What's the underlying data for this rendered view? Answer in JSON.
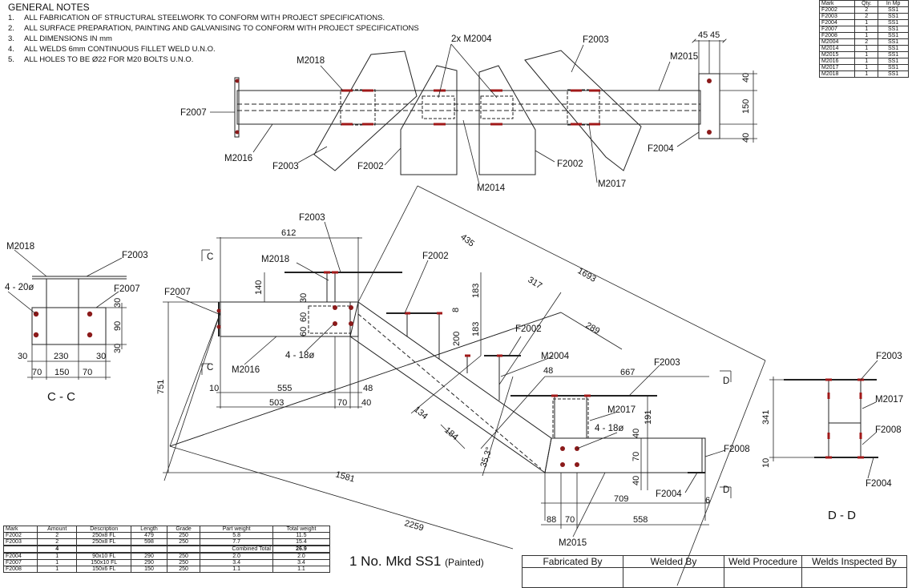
{
  "general_notes": {
    "title": "GENERAL NOTES",
    "items": [
      {
        "n": "1.",
        "text": "ALL FABRICATION OF STRUCTURAL STEELWORK TO CONFORM WITH  PROJECT SPECIFICATIONS."
      },
      {
        "n": "2.",
        "text": "ALL SURFACE PREPARATION, PAINTING AND GALVANISING TO CONFORM WITH PROJECT SPECIFICATIONS"
      },
      {
        "n": "3.",
        "text": "ALL DIMENSIONS IN mm"
      },
      {
        "n": "4.",
        "text": "ALL WELDS 6mm CONTINUOUS FILLET WELD U.N.O."
      },
      {
        "n": "5.",
        "text": "ALL HOLES TO BE Ø22 FOR M20 BOLTS U.N.O."
      }
    ]
  },
  "mark_table": {
    "headers": [
      "Mark",
      "Qty.",
      "In Mp"
    ],
    "rows": [
      [
        "F2002",
        "2",
        "SS1"
      ],
      [
        "F2003",
        "2",
        "SS1"
      ],
      [
        "F2004",
        "1",
        "SS1"
      ],
      [
        "F2007",
        "1",
        "SS1"
      ],
      [
        "F2008",
        "1",
        "SS1"
      ],
      [
        "M2004",
        "2",
        "SS1"
      ],
      [
        "M2014",
        "1",
        "SS1"
      ],
      [
        "M2015",
        "1",
        "SS1"
      ],
      [
        "M2016",
        "1",
        "SS1"
      ],
      [
        "M2017",
        "1",
        "SS1"
      ],
      [
        "M2018",
        "1",
        "SS1"
      ]
    ]
  },
  "bom_table": {
    "headers": [
      "Mark",
      "Amount",
      "Description",
      "Length",
      "Grade",
      "Part weight",
      "Total weight"
    ],
    "group1": [
      [
        "F2002",
        "2",
        "250x8 FL",
        "479",
        "250",
        "5.8",
        "11.5"
      ],
      [
        "F2003",
        "2",
        "250x8 FL",
        "598",
        "250",
        "7.7",
        "15.4"
      ]
    ],
    "total": {
      "amount": "4",
      "label": "Combined Total",
      "value": "26.9"
    },
    "group2": [
      [
        "F2004",
        "1",
        "90x10 FL",
        "290",
        "250",
        "2.0",
        "2.0"
      ],
      [
        "F2007",
        "1",
        "150x10 FL",
        "290",
        "250",
        "3.4",
        "3.4"
      ],
      [
        "F2008",
        "1",
        "150x6 FL",
        "150",
        "250",
        "1.1",
        "1.1"
      ]
    ]
  },
  "assembly": {
    "title": "1 No. Mkd SS1",
    "note": "(Painted)"
  },
  "signoff": [
    "Fabricated By",
    "Welded By",
    "Weld Procedure",
    "Welds Inspected By"
  ],
  "top_view": {
    "labels": {
      "m2004": "2x M2004",
      "f2003_top": "F2003",
      "m2015": "M2015",
      "m2018": "M2018",
      "f2007": "F2007",
      "m2016": "M2016",
      "f2003_bot": "F2003",
      "f2002_left": "F2002",
      "f2002_right": "F2002",
      "m2014": "M2014",
      "m2017": "M2017",
      "f2004": "F2004"
    },
    "dims": {
      "d45a": "45",
      "d45b": "45",
      "d40a": "40",
      "d150": "150",
      "d40b": "40"
    }
  },
  "section_cc": {
    "title": "C - C",
    "labels": {
      "m2018": "M2018",
      "f2003": "F2003",
      "holes": "4 - 20ø",
      "f2007": "F2007"
    },
    "dims": {
      "d30a": "30",
      "d90": "90",
      "d30b": "30",
      "h30a": "30",
      "h230": "230",
      "h30b": "30",
      "h70a": "70",
      "h150": "150",
      "h70b": "70"
    }
  },
  "section_dd": {
    "title": "D - D",
    "labels": {
      "f2003": "F2003",
      "m2017": "M2017",
      "f2008": "F2008",
      "f2004": "F2004"
    },
    "dims": {
      "d341": "341",
      "d10": "10"
    }
  },
  "elevation": {
    "labels": {
      "f2003_a": "F2003",
      "m2018": "M2018",
      "f2002": "F2002",
      "f2007": "F2007",
      "holes_a": "4 - 18ø",
      "m2016": "M2016",
      "f2002_b": "F2002",
      "m2004": "M2004",
      "f2003_b": "F2003",
      "m2017": "M2017",
      "holes_b": "4 - 18ø",
      "f2008": "F2008",
      "f2004": "F2004",
      "m2015": "M2015",
      "cut_c1": "C",
      "cut_c2": "C",
      "cut_d1": "D",
      "cut_d2": "D"
    },
    "dims": {
      "d612": "612",
      "d140": "140",
      "d30": "30",
      "d60a": "60",
      "d60b": "60",
      "d751": "751",
      "d10": "10",
      "d555": "555",
      "d48a": "48",
      "d503": "503",
      "d70a": "70",
      "d40a": "40",
      "d435": "435",
      "d317": "317",
      "d1693": "1693",
      "d289": "289",
      "d183a": "183",
      "d8": "8",
      "d183b": "183",
      "d200": "200",
      "d134": "134",
      "d184": "184",
      "d353": "35,3°",
      "d1581": "1581",
      "d2259": "2259",
      "d48b": "48",
      "d667": "667",
      "d191": "191",
      "d40b": "40",
      "d70b": "70",
      "d40c": "40",
      "d709": "709",
      "d6": "6",
      "d88": "88",
      "d70c": "70",
      "d558": "558"
    }
  },
  "colors": {
    "line": "#222222",
    "dim_line": "#333333",
    "bolt": "#8b1a1a",
    "weld": "#a01818"
  }
}
